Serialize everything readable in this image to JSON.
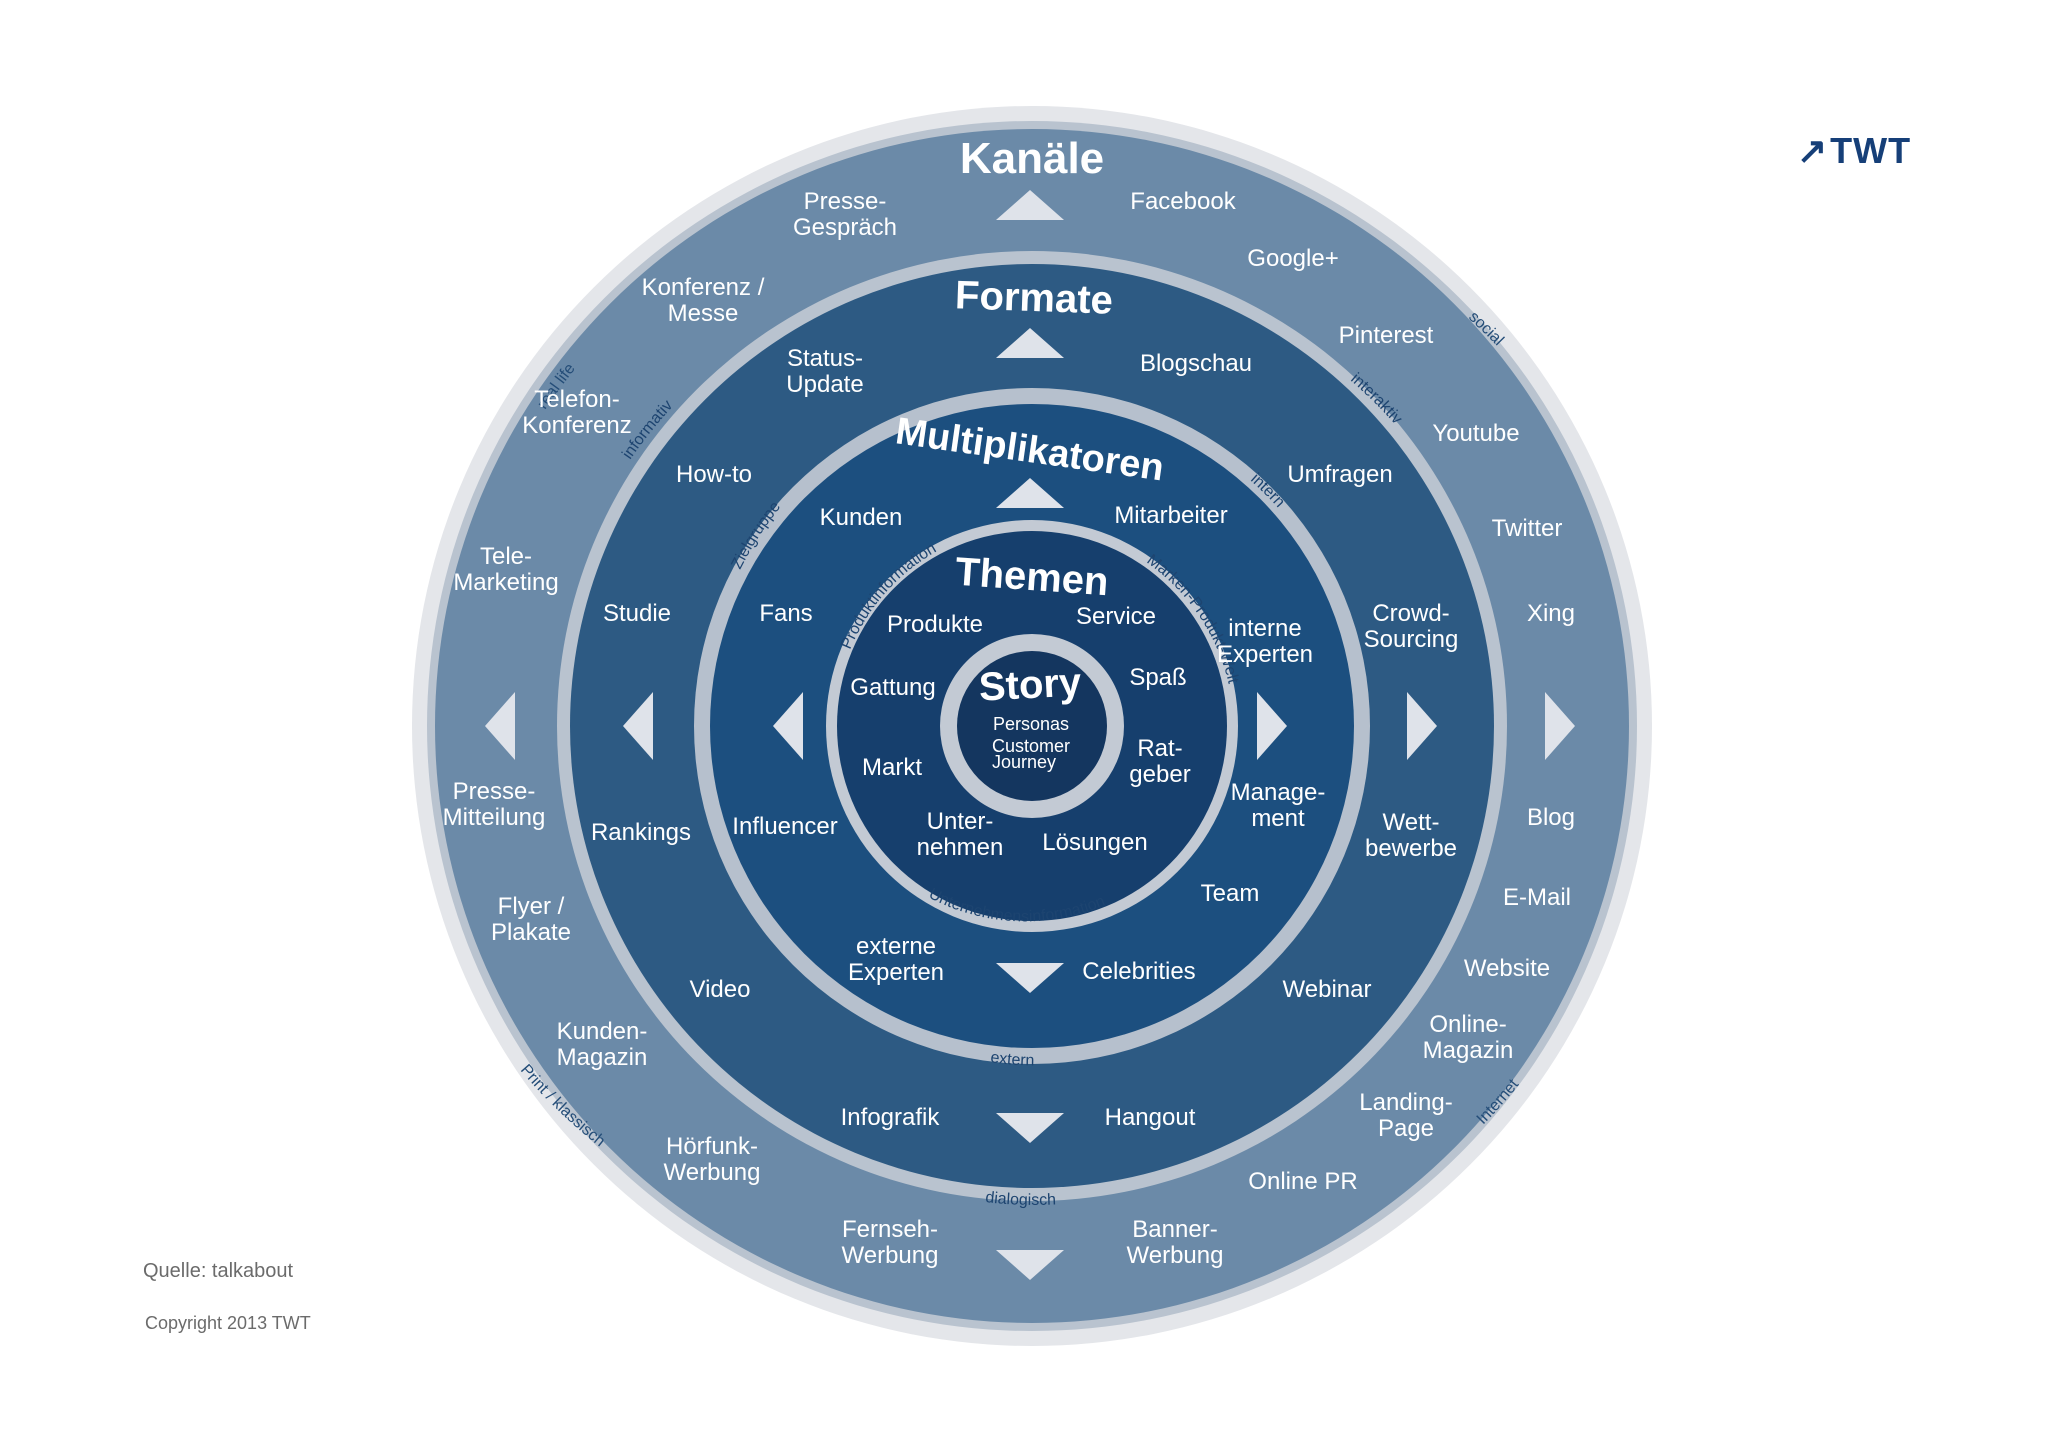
{
  "rings": [
    {
      "title": "Kanäle",
      "labels": [
        [
          "Presse-",
          "Gespräch"
        ],
        [
          "Facebook"
        ],
        [
          "Konferenz /",
          "Messe"
        ],
        [
          "Google+"
        ],
        [
          "Pinterest"
        ],
        [
          "Telefon-",
          "Konferenz"
        ],
        [
          "Youtube"
        ],
        [
          "Tele-",
          "Marketing"
        ],
        [
          "Twitter"
        ],
        [
          "Xing"
        ],
        [
          "Presse-",
          "Mitteilung"
        ],
        [
          "Blog"
        ],
        [
          "Flyer /",
          "Plakate"
        ],
        [
          "E-Mail"
        ],
        [
          "Website"
        ],
        [
          "Kunden-",
          "Magazin"
        ],
        [
          "Online-",
          "Magazin"
        ],
        [
          "Landing-",
          "Page"
        ],
        [
          "Hörfunk-",
          "Werbung"
        ],
        [
          "Online PR"
        ],
        [
          "Fernseh-",
          "Werbung"
        ],
        [
          "Banner-",
          "Werbung"
        ]
      ],
      "arc_labels": [
        "real life",
        "social",
        "Print / klassisch",
        "Internet"
      ]
    },
    {
      "title": "Formate",
      "labels": [
        [
          "Status-",
          "Update"
        ],
        [
          "Blogschau"
        ],
        [
          "How-to"
        ],
        [
          "Umfragen"
        ],
        [
          "Studie"
        ],
        [
          "Crowd-",
          "Sourcing"
        ],
        [
          "Rankings"
        ],
        [
          "Wett-",
          "bewerbe"
        ],
        [
          "Video"
        ],
        [
          "Webinar"
        ],
        [
          "Infografik"
        ],
        [
          "Hangout"
        ]
      ],
      "arc_labels": [
        "informativ",
        "interaktiv",
        "dialogisch"
      ]
    },
    {
      "title": "Multiplikatoren",
      "labels": [
        [
          "Kunden"
        ],
        [
          "Mitarbeiter"
        ],
        [
          "Fans"
        ],
        [
          "interne",
          "Experten"
        ],
        [
          "Manage-",
          "ment"
        ],
        [
          "Influencer"
        ],
        [
          "Team"
        ],
        [
          "externe",
          "Experten"
        ],
        [
          "Celebrities"
        ]
      ],
      "arc_labels": [
        "Zielgruppe",
        "intern",
        "extern"
      ]
    },
    {
      "title": "Themen",
      "labels": [
        [
          "Produkte"
        ],
        [
          "Service"
        ],
        [
          "Gattung"
        ],
        [
          "Spaß"
        ],
        [
          "Markt"
        ],
        [
          "Rat-",
          "geber"
        ],
        [
          "Unter-",
          "nehmen"
        ],
        [
          "Lösungen"
        ]
      ],
      "arc_labels": [
        "Produktinformation",
        "Marken-Produkt-Welt",
        "Unternehmensinformation"
      ]
    }
  ],
  "core": {
    "title": "Story",
    "items": [
      "Personas",
      "Customer",
      "Journey"
    ]
  },
  "logo": {
    "text": "TWT",
    "arrow": "↗"
  },
  "source": "Quelle: talkabout",
  "copyright": "Copyright 2013 TWT",
  "colors": {
    "outer_halo": "#e4e6ea",
    "ring_kanaele": "#6b8aa8",
    "gap_kanaele": "#b9c3cf",
    "ring_formate": "#2d5a83",
    "gap_formate": "#b0bccb",
    "ring_multiplikatoren": "#1c4f7f",
    "gap_multiplikatoren": "#b6c0cd",
    "ring_themen": "#163f6d",
    "gap_themen": "#c3cad4",
    "core": "#14365f",
    "triangle": "#dfe3ea",
    "logo": "#163f78"
  }
}
